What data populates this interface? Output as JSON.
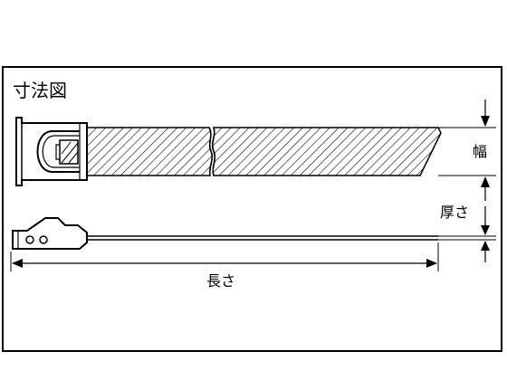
{
  "diagram": {
    "title": "寸法図",
    "labels": {
      "width": "幅",
      "thickness": "厚さ",
      "length": "長さ"
    }
  },
  "colors": {
    "line": "#000000",
    "background": "#ffffff"
  }
}
